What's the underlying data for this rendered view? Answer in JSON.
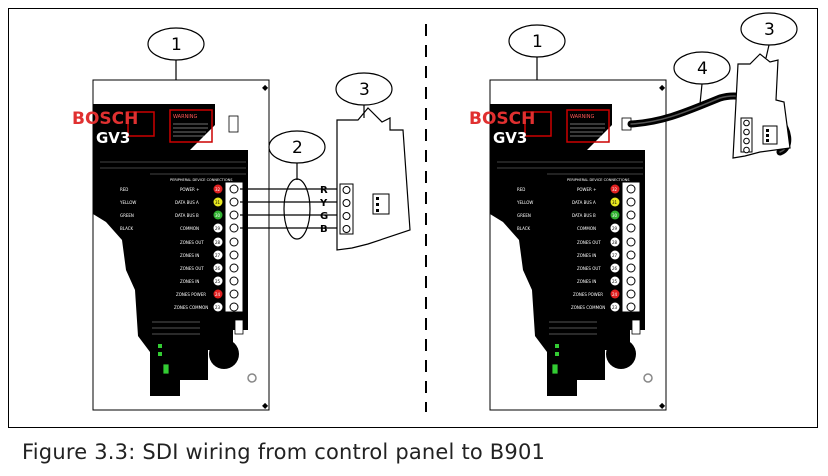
{
  "caption": "Figure 3.3: SDI wiring from control panel to B901",
  "callouts": {
    "left": [
      "1",
      "2",
      "3"
    ],
    "right": [
      "1",
      "3",
      "4"
    ]
  },
  "panel": {
    "brand": "BOSCH",
    "model": "GV3",
    "warning_title": "WARNING",
    "peripheral_heading": "PERIPHERAL DEVICE CONNECTIONS",
    "wire_colors": [
      "RED",
      "YELLOW",
      "GREEN",
      "BLACK"
    ],
    "terminal_labels": [
      "POWER +",
      "DATA BUS A",
      "DATA BUS B",
      "COMMON",
      "ZONES OUT",
      "ZONES IN",
      "ZONES OUT",
      "ZONES IN",
      "ZONES POWER",
      "ZONES COMMON"
    ],
    "terminal_numbers": [
      "32",
      "31",
      "30",
      "29",
      "28",
      "27",
      "26",
      "25",
      "24",
      "23"
    ]
  },
  "wire_letters": [
    "R",
    "Y",
    "G",
    "B"
  ]
}
